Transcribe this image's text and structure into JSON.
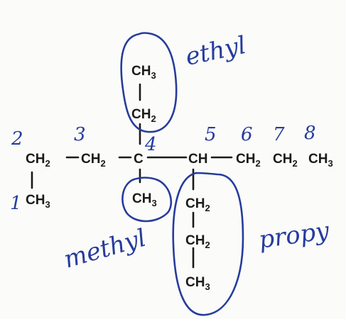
{
  "atoms": {
    "c2": "CH2",
    "c3": "CH2",
    "c4": "C",
    "c5": "CH",
    "c6": "CH2",
    "c7": "CH2",
    "c8": "CH3",
    "c1": "CH3",
    "ethyl_ch3": "CH3",
    "ethyl_ch2": "CH2",
    "methyl_ch3": "CH3",
    "propyl_ch2_a": "CH2",
    "propyl_ch2_b": "CH2",
    "propyl_ch3": "CH3"
  },
  "annotations": {
    "numbers": [
      "1",
      "2",
      "3",
      "4",
      "5",
      "6",
      "7",
      "8"
    ],
    "ethyl_label": "ethyl",
    "methyl_label": "methyl",
    "propyl_label": "propy"
  },
  "colors": {
    "ink_blue": "#263c9c",
    "print_black": "#1b1b1b"
  }
}
